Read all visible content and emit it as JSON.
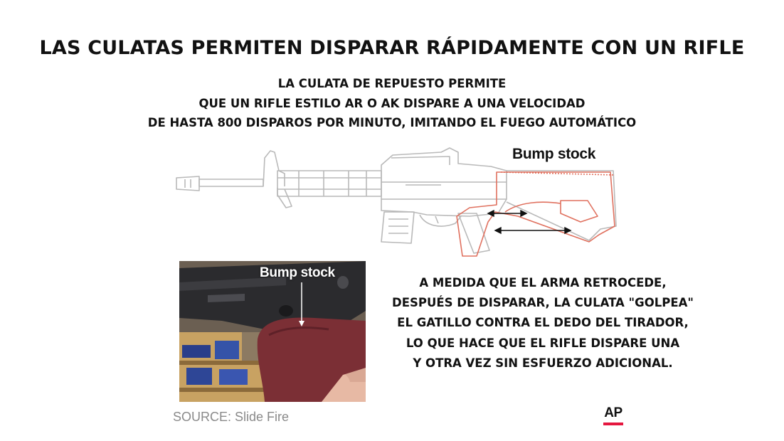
{
  "title": "LAS CULATAS PERMITEN DISPARAR RÁPIDAMENTE CON UN RIFLE",
  "subtitle_lines": [
    "LA CULATA DE REPUESTO PERMITE",
    "QUE UN RIFLE ESTILO AR O AK DISPARE A UNA VELOCIDAD",
    "DE HASTA 800 DISPAROS POR MINUTO, IMITANDO EL FUEGO AUTOMÁTICO"
  ],
  "diagram": {
    "label": "Bump stock",
    "rifle_color": "#b9b9b9",
    "stock_color": "#e0715f",
    "arrow_color": "#111111"
  },
  "photo": {
    "label": "Bump stock",
    "stock_color": "#7b2f35"
  },
  "description_lines": [
    "A MEDIDA QUE EL ARMA RETROCEDE,",
    "DESPUÉS DE DISPARAR, LA CULATA \"GOLPEA\"",
    "EL GATILLO CONTRA EL DEDO DEL TIRADOR,",
    "LO QUE HACE QUE EL RIFLE DISPARE UNA",
    "Y OTRA VEZ SIN ESFUERZO ADICIONAL."
  ],
  "source": "SOURCE: Slide Fire",
  "logo": {
    "text": "AP",
    "accent_color": "#e5173f"
  }
}
